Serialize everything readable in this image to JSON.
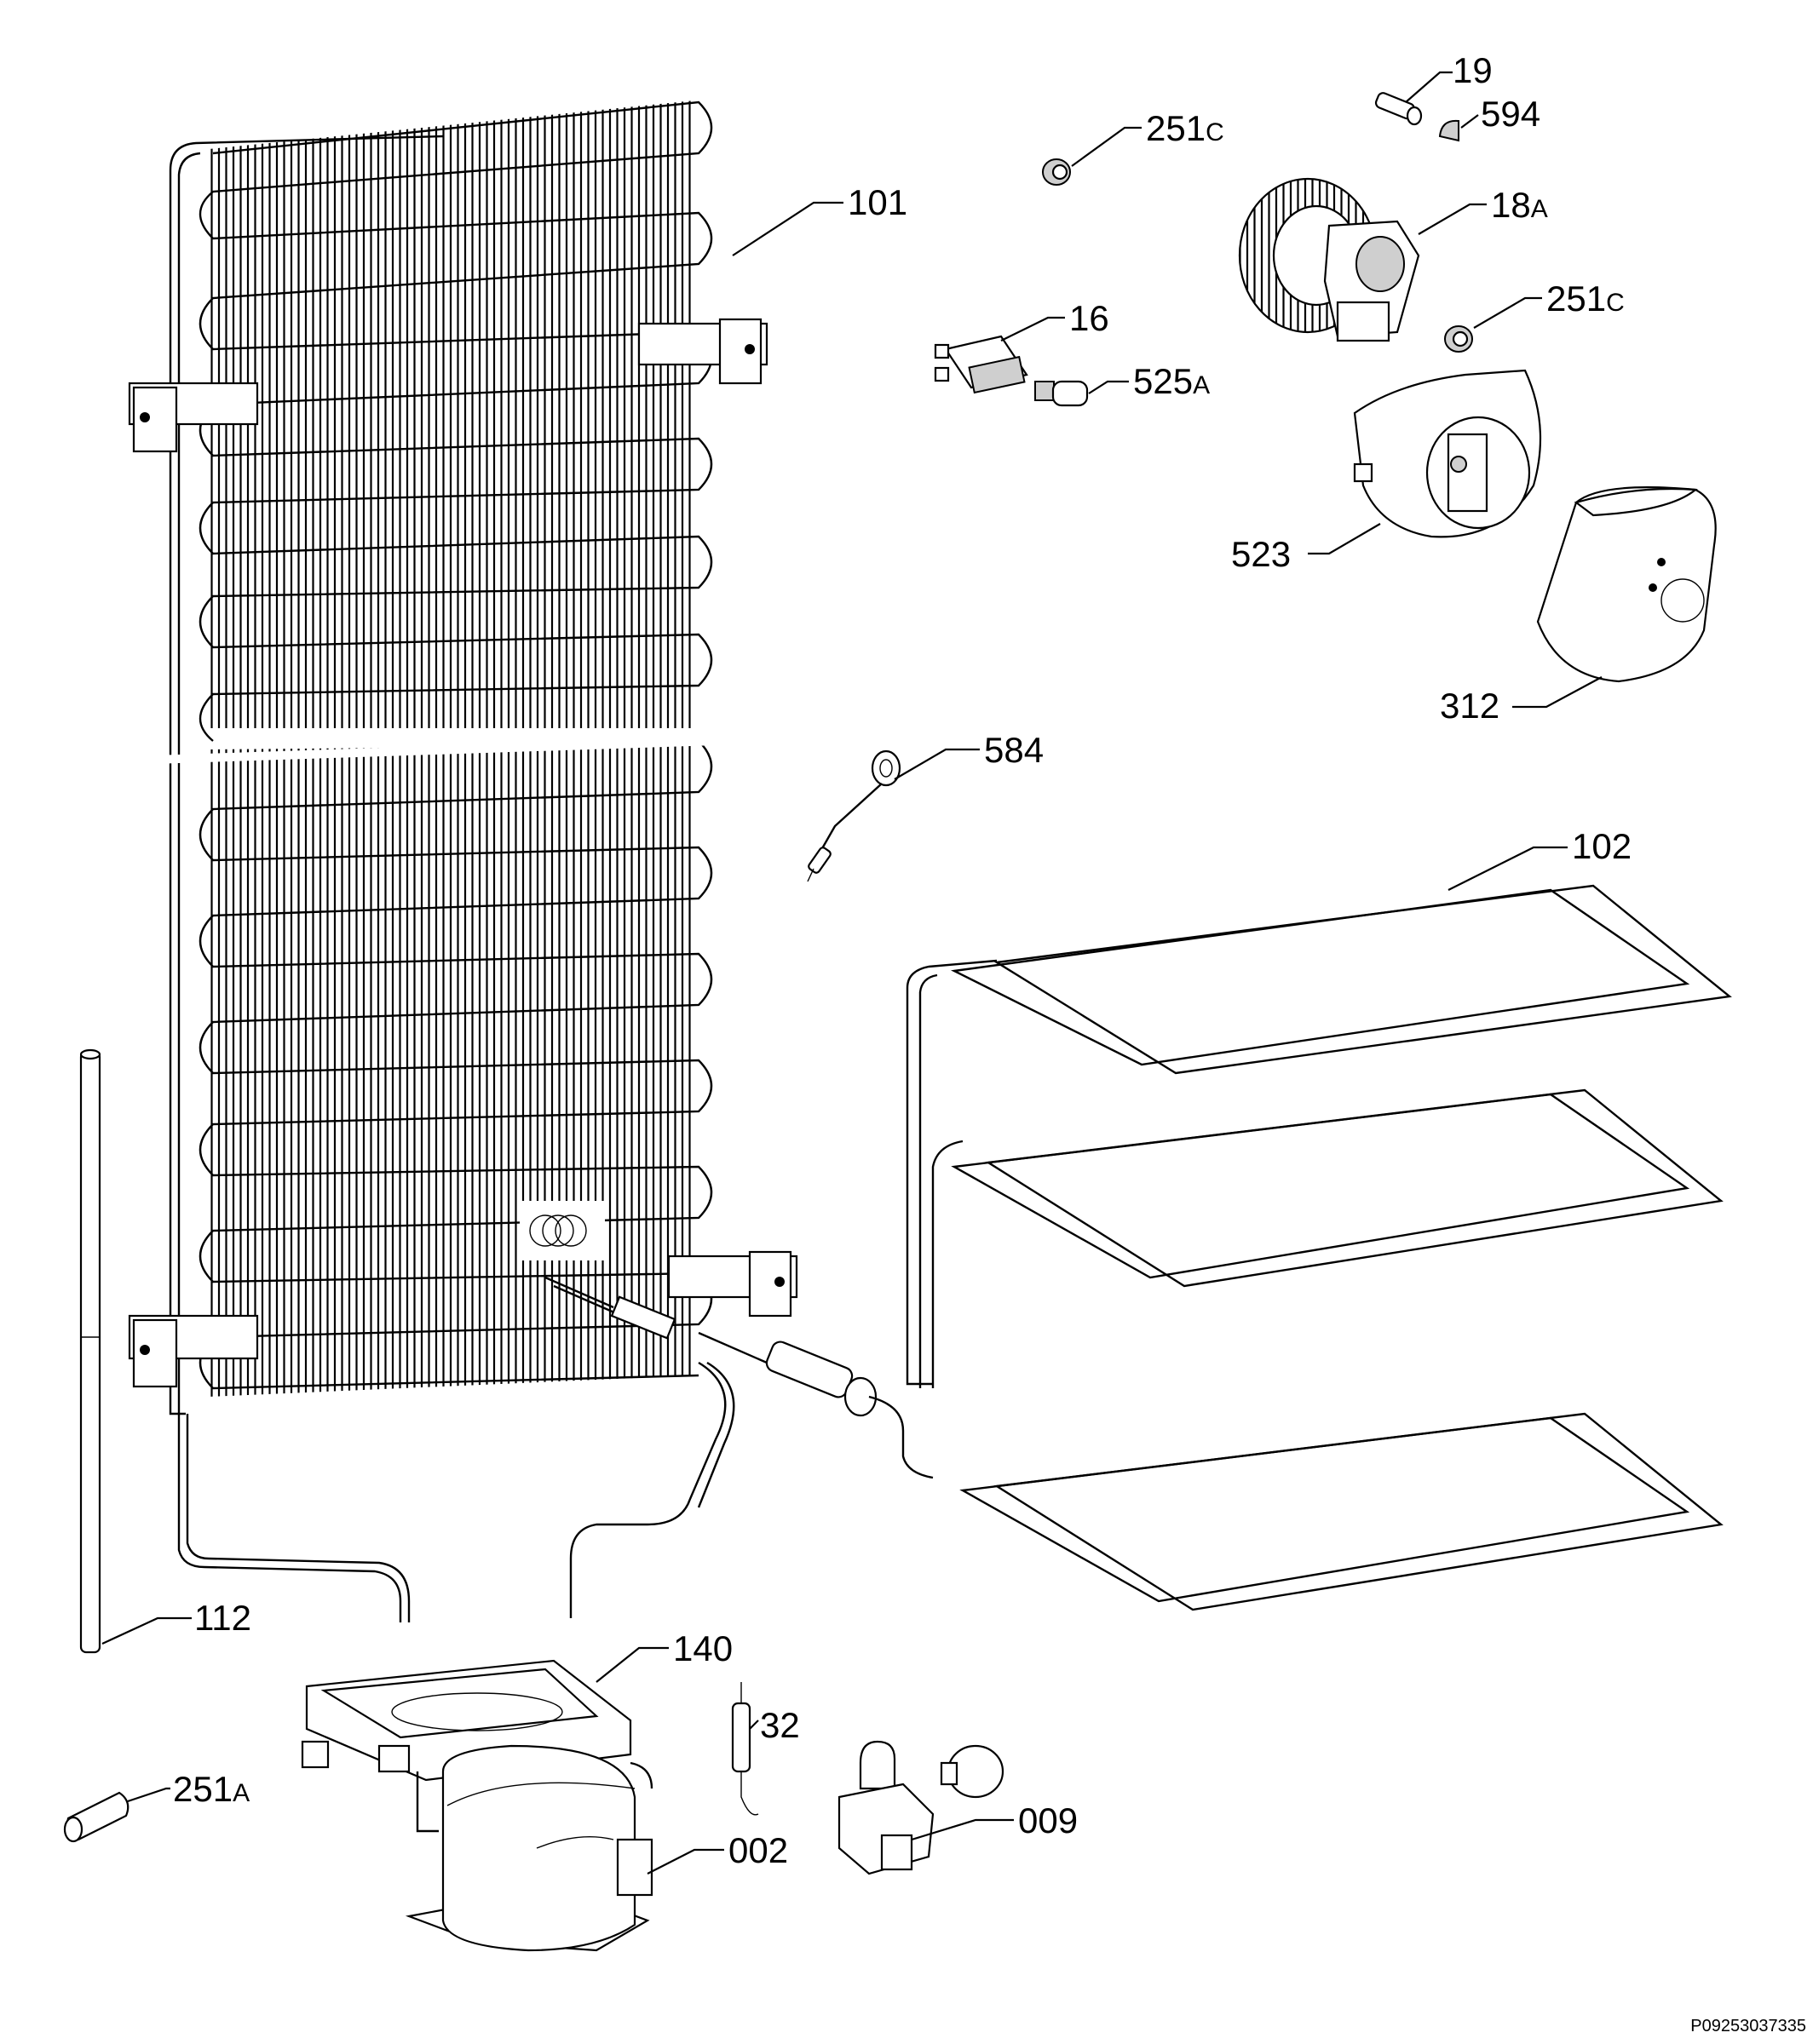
{
  "labels": {
    "p19": "19",
    "p594": "594",
    "p251c_top": "251",
    "p251c_top_sfx": "C",
    "p101": "101",
    "p18a": "18",
    "p18a_sfx": "A",
    "p16": "16",
    "p251c_right": "251",
    "p251c_right_sfx": "C",
    "p525a": "525",
    "p525a_sfx": "A",
    "p523": "523",
    "p312": "312",
    "p584": "584",
    "p102": "102",
    "p112": "112",
    "p140": "140",
    "p32": "32",
    "p251a": "251",
    "p251a_sfx": "A",
    "p009": "009",
    "p002": "002"
  },
  "reference_code": "P09253037335"
}
